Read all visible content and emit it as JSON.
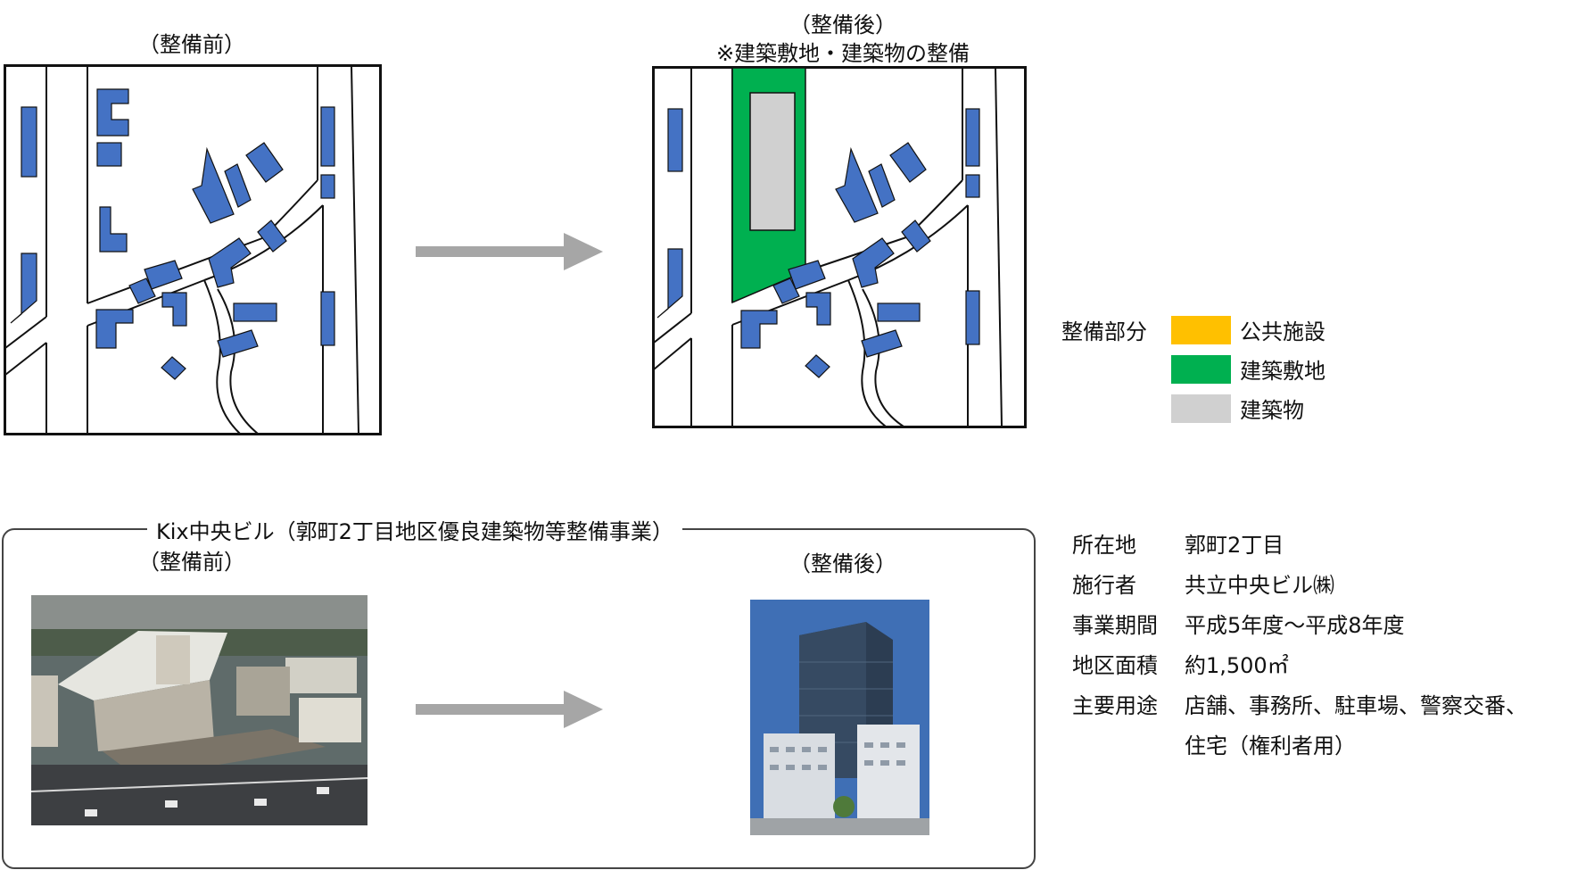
{
  "top": {
    "before_label": "（整備前）",
    "after_label": "（整備後）",
    "after_note": "※建築敷地・建築物の整備"
  },
  "legend": {
    "title": "整備部分",
    "items": [
      {
        "label": "公共施設",
        "color": "#FFC000"
      },
      {
        "label": "建築敷地",
        "color": "#00B050"
      },
      {
        "label": "建築物",
        "color": "#D0D0D0"
      }
    ]
  },
  "colors": {
    "building": "#4472C4",
    "road_outline": "#111111",
    "arrow": "#A6A6A6"
  },
  "bottom": {
    "title": "Kix中央ビル（郭町2丁目地区優良建築物等整備事業）",
    "before_label": "（整備前）",
    "after_label": "（整備後）"
  },
  "info": [
    {
      "key": "所在地",
      "value": "郭町2丁目"
    },
    {
      "key": "施行者",
      "value": "共立中央ビル㈱"
    },
    {
      "key": "事業期間",
      "value": "平成5年度～平成8年度"
    },
    {
      "key": "地区面積",
      "value": "約1,500㎡"
    },
    {
      "key": "主要用途",
      "value": "店舗、事務所、駐車場、警察交番、"
    },
    {
      "key": "",
      "value": "住宅（権利者用）"
    }
  ]
}
